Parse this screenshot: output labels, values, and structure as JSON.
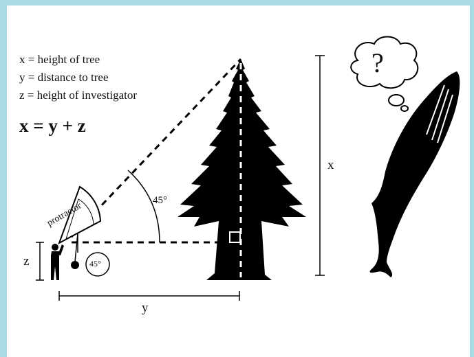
{
  "legend": {
    "x_def": "x = height of tree",
    "y_def": "y = distance to tree",
    "z_def": "z = height of investigator"
  },
  "formula": "x = y + z",
  "labels": {
    "angle_top": "45°",
    "angle_protractor": "45°",
    "protractor": "protractor",
    "x": "x",
    "y": "y",
    "z": "z",
    "question_mark": "?"
  },
  "colors": {
    "frame": "#a9dbe4",
    "ink": "#000000",
    "background": "#ffffff"
  }
}
